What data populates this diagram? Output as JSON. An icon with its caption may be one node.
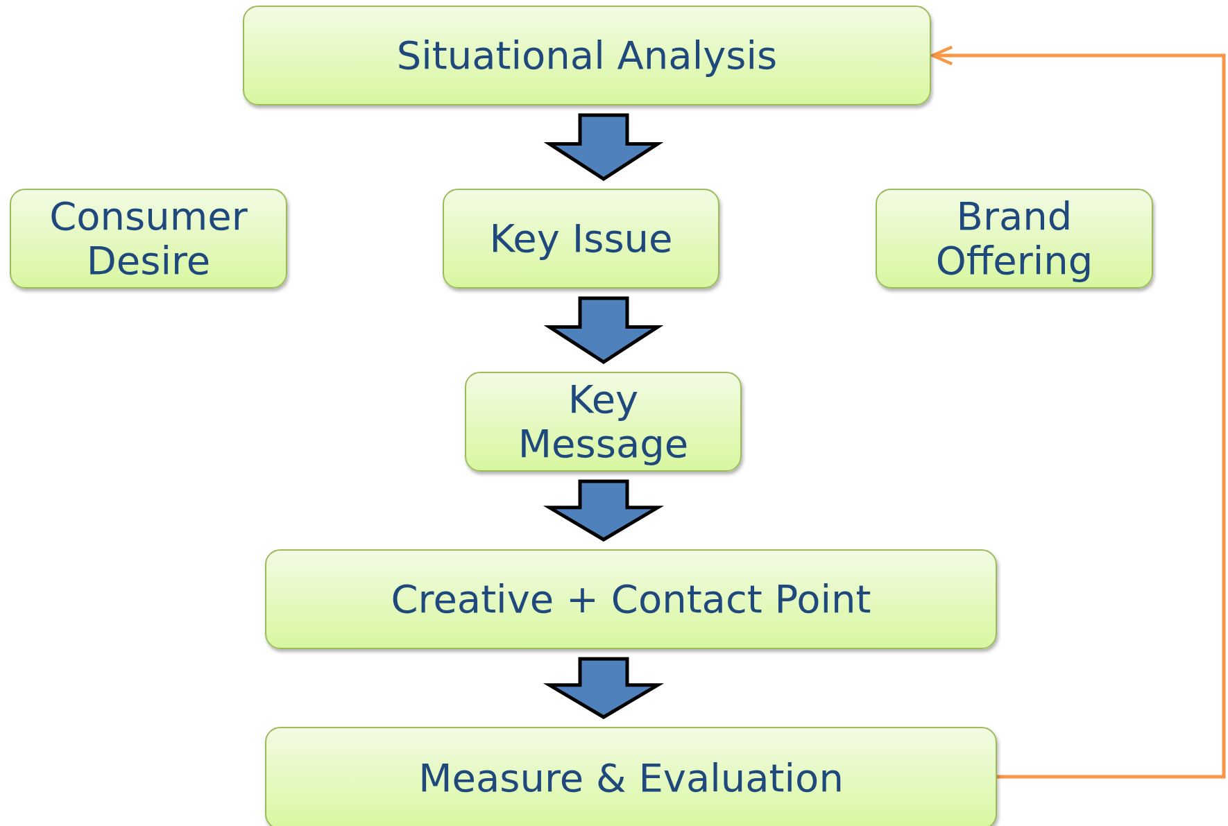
{
  "diagram": {
    "nodes": [
      {
        "text": [
          "Situational Analysis"
        ]
      },
      {
        "text": [
          "Consumer Desire"
        ]
      },
      {
        "text": [
          "Key Issue"
        ]
      },
      {
        "text": [
          "Brand Offering"
        ]
      },
      {
        "text": [
          "Key Message"
        ]
      },
      {
        "text": [
          "Creative + Contact Point"
        ]
      },
      {
        "text": [
          "Measure & Evaluation"
        ]
      }
    ],
    "edges": [
      {
        "from": 0,
        "to": 2,
        "arrow": "to",
        "style": "thick"
      },
      {
        "from": 2,
        "to": 4,
        "arrow": "to",
        "style": "thick"
      },
      {
        "from": 4,
        "to": 5,
        "arrow": "to",
        "style": "thick"
      },
      {
        "from": 5,
        "to": 6,
        "arrow": "to",
        "style": "thick"
      },
      {
        "from": 6,
        "to": 0,
        "arrow": "to",
        "color": "#f79646"
      }
    ]
  }
}
